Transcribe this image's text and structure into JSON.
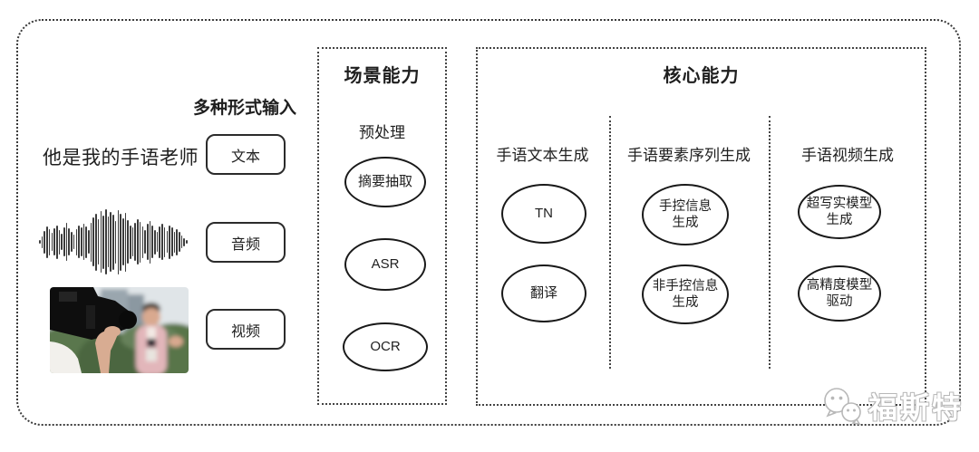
{
  "colors": {
    "ink": "#1f1f1f",
    "line": "#3a3a3a",
    "watermark": "#b8b8b8"
  },
  "input": {
    "title": "多种形式输入",
    "sentence": "他是我的手语老师",
    "items": [
      "文本",
      "音频",
      "视频"
    ]
  },
  "scene": {
    "title": "场景能力",
    "subtitle": "预处理",
    "nodes": [
      "摘要抽取",
      "ASR",
      "OCR"
    ]
  },
  "core": {
    "title": "核心能力",
    "columns": [
      {
        "header": "手语文本生成",
        "nodes": [
          "TN",
          "翻译"
        ]
      },
      {
        "header": "手语要素序列生成",
        "nodes": [
          "手控信息\n生成",
          "非手控信息\n生成"
        ]
      },
      {
        "header": "手语视频生成",
        "nodes": [
          "超写实模型\n生成",
          "高精度模型\n驱动"
        ]
      }
    ]
  },
  "watermark": {
    "text": "福斯特",
    "icon": "wechat-bubbles-icon"
  },
  "waveform": {
    "amplitudes": [
      0.06,
      0.18,
      0.35,
      0.48,
      0.4,
      0.28,
      0.42,
      0.52,
      0.38,
      0.25,
      0.45,
      0.58,
      0.42,
      0.3,
      0.22,
      0.4,
      0.5,
      0.44,
      0.56,
      0.48,
      0.36,
      0.6,
      0.75,
      0.88,
      0.7,
      0.95,
      0.82,
      1.0,
      0.78,
      0.92,
      0.85,
      0.65,
      0.98,
      0.88,
      0.72,
      0.9,
      0.66,
      0.52,
      0.44,
      0.58,
      0.7,
      0.62,
      0.48,
      0.36,
      0.55,
      0.65,
      0.5,
      0.38,
      0.3,
      0.48,
      0.56,
      0.46,
      0.34,
      0.52,
      0.44,
      0.32,
      0.4,
      0.3,
      0.2,
      0.12,
      0.06
    ]
  }
}
